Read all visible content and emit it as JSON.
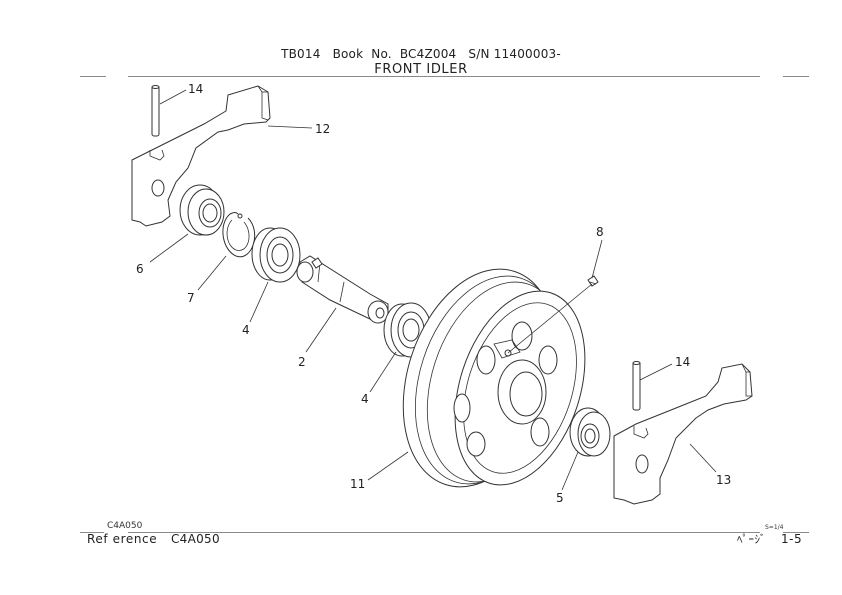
{
  "header": {
    "line1": "TB014   Book  No.  BC4Z004   S/N 11400003-",
    "title": "FRONT IDLER"
  },
  "callouts": {
    "c14a": "14",
    "c12": "12",
    "c6": "6",
    "c7": "7",
    "c4a": "4",
    "c2": "2",
    "c4b": "4",
    "c8": "8",
    "c14b": "14",
    "c11": "11",
    "c5": "5",
    "c13": "13"
  },
  "footer": {
    "small_code": "C4A050",
    "reference_label": "Ref erence",
    "reference_value": "C4A050",
    "scale": "S=1/4",
    "page_label": "ﾍﾟｰｼﾞ",
    "page_number": "1-5"
  }
}
